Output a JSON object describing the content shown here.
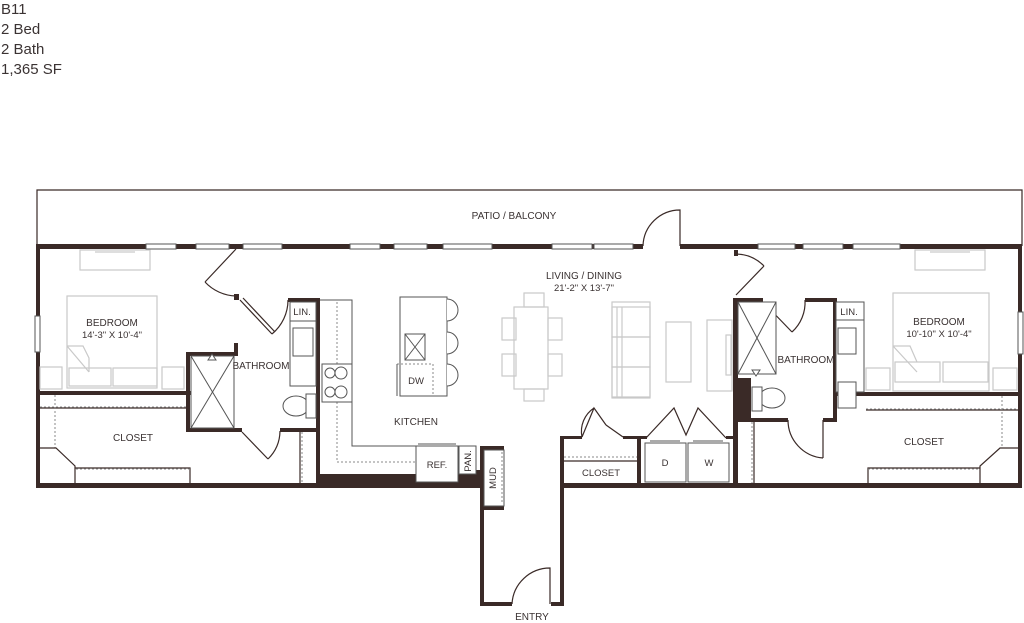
{
  "unit": {
    "name": "B11",
    "beds": "2 Bed",
    "baths": "2 Bath",
    "area": "1,365 SF"
  },
  "rooms": {
    "patio": "PATIO / BALCONY",
    "living": {
      "name": "LIVING / DINING",
      "dims": "21'-2\" X 13'-7\""
    },
    "bedroom_left": {
      "name": "BEDROOM",
      "dims": "14'-3\" X 10'-4\""
    },
    "bedroom_right": {
      "name": "BEDROOM",
      "dims": "10'-10\" X 10'-4\""
    },
    "bathroom_left": "BATHROOM",
    "bathroom_right": "BATHROOM",
    "linen_left": "LIN.",
    "linen_right": "LIN.",
    "closet_left": "CLOSET",
    "closet_right": "CLOSET",
    "closet_hall": "CLOSET",
    "kitchen": "KITCHEN",
    "dishwasher": "DW",
    "refrigerator": "REF.",
    "pantry": "PAN.",
    "mudroom": "MUD",
    "dryer": "D",
    "washer": "W",
    "entry": "ENTRY"
  },
  "colors": {
    "wall": "#3a2a27",
    "furniture": "#c9c9c9",
    "text": "#3a3232"
  }
}
